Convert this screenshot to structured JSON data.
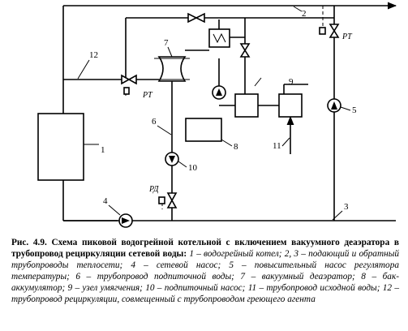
{
  "labels": {
    "n1": "1",
    "n2": "2",
    "n3": "3",
    "n4": "4",
    "n5": "5",
    "n6": "6",
    "n7": "7",
    "n8": "8",
    "n9": "9",
    "n10": "10",
    "n11": "11",
    "n12": "12",
    "rt_left": "РТ",
    "rt_right": "РТ",
    "rd": "РД"
  },
  "caption": {
    "title": "Рис. 4.9. Схема пиковой водогрейной котельной с включением вакуумного деаэратора в трубопровод рециркуляции сетевой воды:",
    "legend": "1 – водогрейный котел; 2, 3 – подающий и обратный трубопроводы теплосети; 4 – сетевой насос; 5 – повысительный насос регулятора температуры; 6 – трубопровод подпиточной воды; 7 – вакуумный деаэратор; 8 – бак-аккумулятор; 9 – узел умягчения; 10 – подпиточный насос; 11 – трубопровод исходной воды; 12 – трубопровод рециркуляции, совмещенный с трубопроводом греющего агента"
  }
}
